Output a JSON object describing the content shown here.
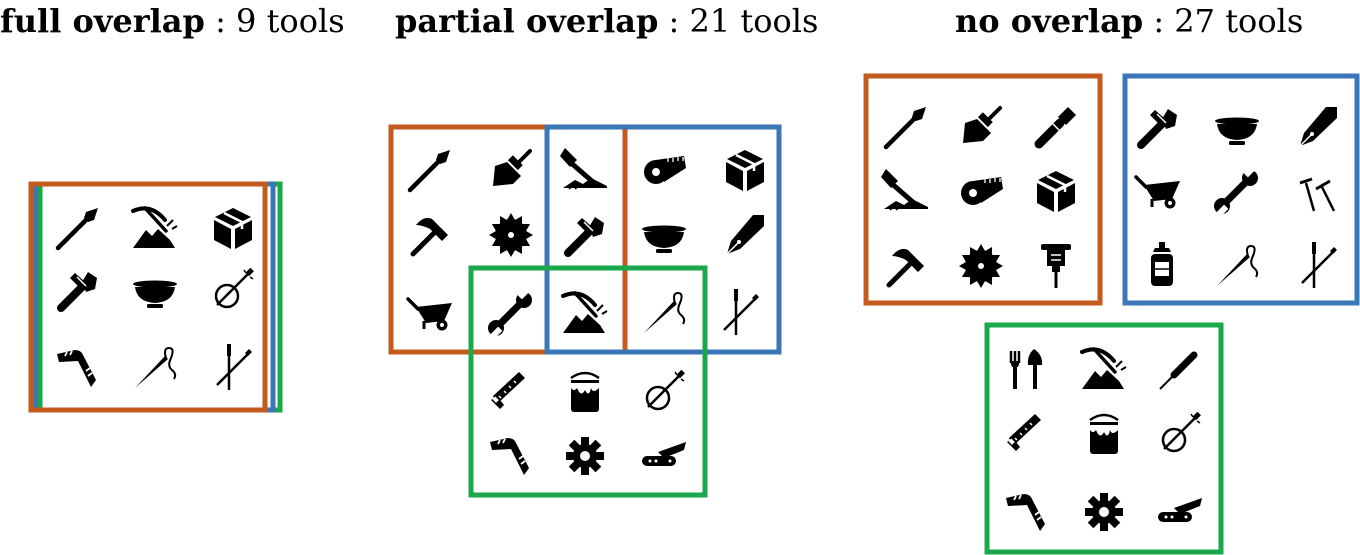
{
  "colors": {
    "orange": "#c55a1f",
    "blue": "#3a76b8",
    "green": "#1aa84a",
    "icon": "#000000"
  },
  "panels": {
    "full": {
      "title_bold": "full overlap",
      "title_rest": " : 9 tools",
      "tools": [
        "spear",
        "pickaxe",
        "box",
        "stone-axe",
        "bowl",
        "banjo",
        "boomerang",
        "needle-thread",
        "chopsticks"
      ]
    },
    "partial": {
      "title_bold": "partial overlap",
      "title_rest": " : 21 tools",
      "tools": [
        "spear",
        "brush",
        "mallet",
        "tape-measure",
        "box",
        "hammer",
        "saw-blade",
        "stone-axe",
        "bowl",
        "pen-nib",
        "wheelbarrow",
        "wrench",
        "pickaxe",
        "needle-thread",
        "chopsticks",
        "hand-saw",
        "paint-can",
        "banjo",
        "boomerang",
        "gear",
        "pocket-knife"
      ]
    },
    "none": {
      "title_bold": "no overlap",
      "title_rest": " : 27 tools",
      "tools": [
        "spear",
        "brush",
        "flashlight",
        "mallet",
        "tape-measure",
        "box",
        "hammer",
        "saw-blade",
        "jackhammer",
        "stone-axe",
        "bowl",
        "pen-nib",
        "wheelbarrow",
        "wrench",
        "nails",
        "glue-bottle",
        "needle-thread",
        "chopsticks",
        "fork-trowel",
        "pickaxe",
        "screwdriver",
        "hand-saw",
        "paint-can",
        "banjo",
        "boomerang",
        "gear",
        "pocket-knife"
      ]
    }
  }
}
